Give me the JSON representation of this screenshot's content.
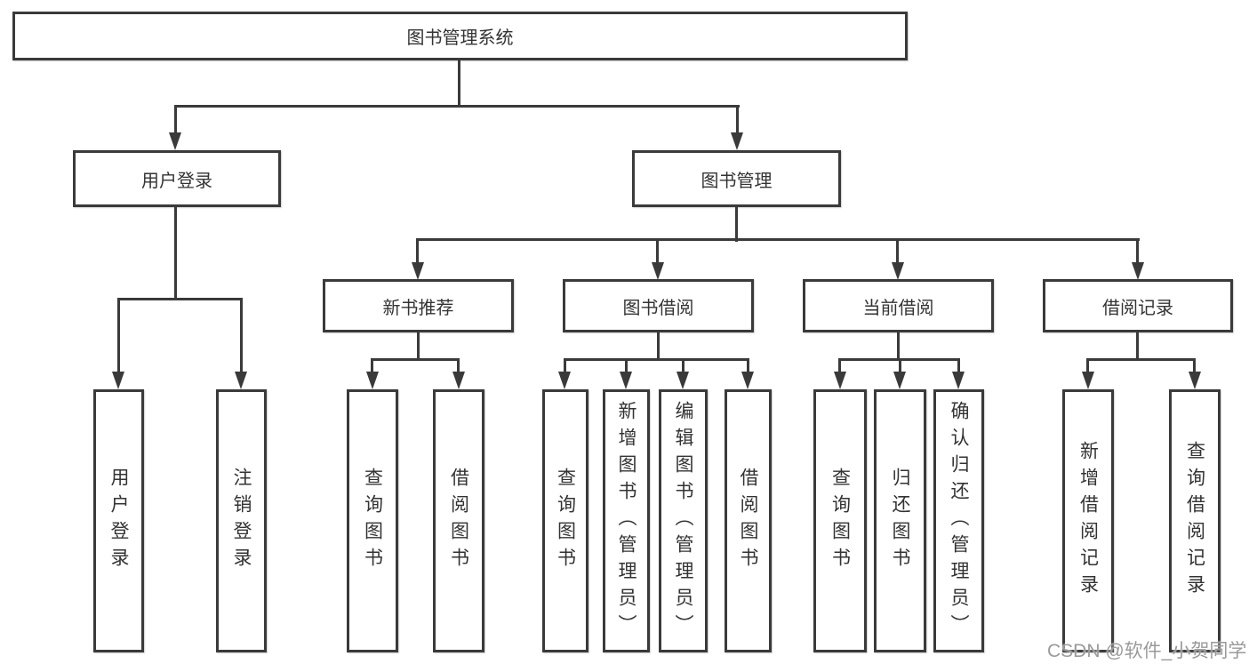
{
  "tree": {
    "label": "图书管理系统",
    "children": [
      {
        "label": "用户登录",
        "children": [
          {
            "label": "用户登录"
          },
          {
            "label": "注销登录"
          }
        ]
      },
      {
        "label": "图书管理",
        "children": [
          {
            "label": "新书推荐",
            "children": [
              {
                "label": "查询图书"
              },
              {
                "label": "借阅图书"
              }
            ]
          },
          {
            "label": "图书借阅",
            "children": [
              {
                "label": "查询图书"
              },
              {
                "label": "新增图书（管理员）"
              },
              {
                "label": "编辑图书（管理员）"
              },
              {
                "label": "借阅图书"
              }
            ]
          },
          {
            "label": "当前借阅",
            "children": [
              {
                "label": "查询图书"
              },
              {
                "label": "归还图书"
              },
              {
                "label": "确认归还（管理员）"
              }
            ]
          },
          {
            "label": "借阅记录",
            "children": [
              {
                "label": "新增借阅记录"
              },
              {
                "label": "查询借阅记录"
              }
            ]
          }
        ]
      }
    ]
  },
  "watermark": {
    "text": "CSDN @软件_小贺同学"
  },
  "colors": {
    "line": "#3a3a3a",
    "text": "#333333",
    "watermark": "#9a9a9a",
    "background": "#ffffff"
  }
}
